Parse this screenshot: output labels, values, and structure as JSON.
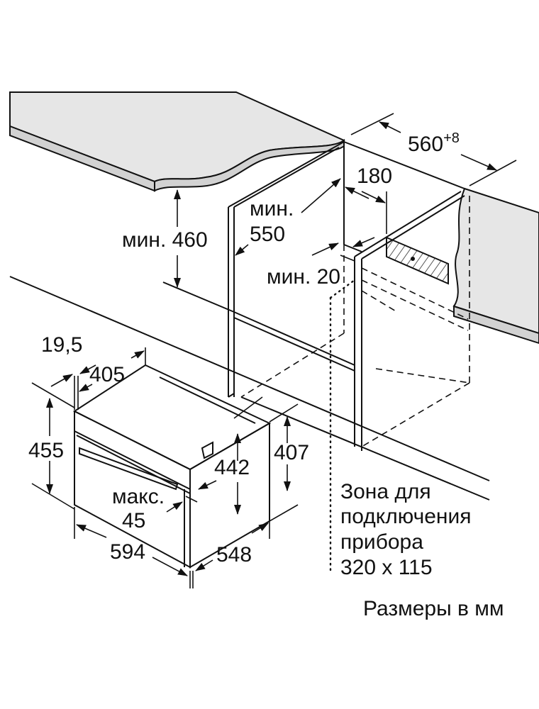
{
  "diagram": {
    "labels": {
      "width_niche": "560",
      "width_niche_tolerance": "+8",
      "depth_cutout": "180",
      "min_height_label": "мин. 460",
      "min_depth_prefix": "мин.",
      "min_depth_value": "550",
      "min_gap_label": "мин. 20",
      "front_offset": "19,5",
      "top_depth": "405",
      "front_height": "455",
      "inner_height": "442",
      "side_height": "407",
      "max_prefix": "макс.",
      "max_value": "45",
      "width": "594",
      "depth": "548"
    },
    "connection_zone": {
      "line1": "Зона для",
      "line2": "подключения",
      "line3": "прибора",
      "line4": "320 x 115"
    },
    "units_note": "Размеры в мм"
  },
  "colors": {
    "line": "#111111",
    "surface": "#e6e6e6",
    "edge": "#d2d2d2"
  }
}
